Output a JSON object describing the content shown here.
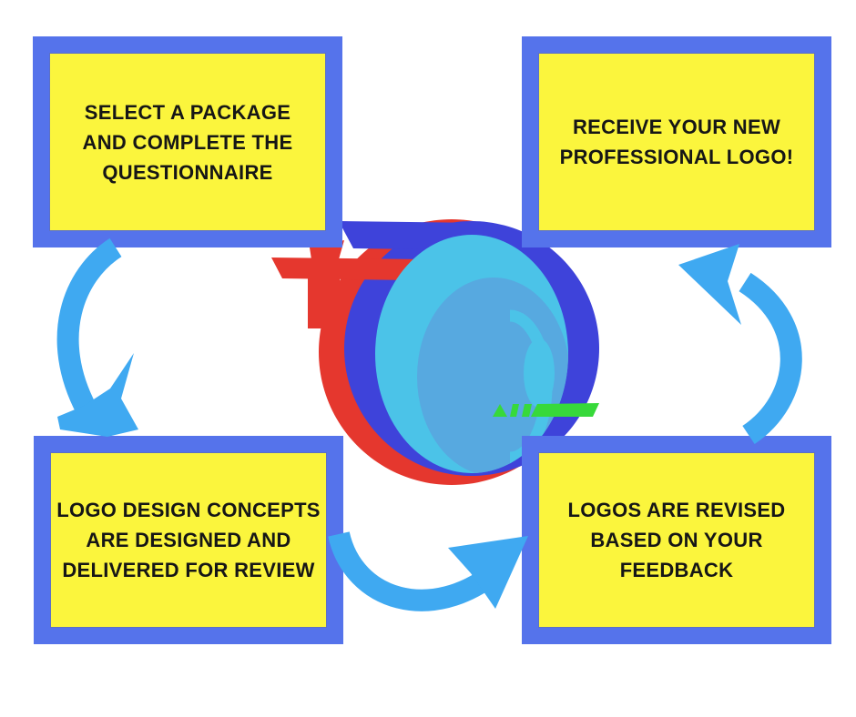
{
  "colors": {
    "page_bg": "#ffffff",
    "box_border": "#5573eb",
    "box_fill": "#fbf53d",
    "box_text": "#161616",
    "arrow_blue": "#3fa9f1",
    "logo_red": "#e5372e",
    "logo_royal_blue": "#3e43da",
    "logo_cyan": "#4bc3e8",
    "logo_inner_blue": "#57a9e0",
    "logo_green": "#37d93a"
  },
  "steps": [
    {
      "position": "top-left",
      "label": "SELECT A PACKAGE\nAND COMPLETE THE\nQUESTIONNAIRE"
    },
    {
      "position": "bottom-left",
      "label": "LOGO DESIGN CONCEPTS\nARE DESIGNED AND\nDELIVERED FOR REVIEW"
    },
    {
      "position": "bottom-right",
      "label": "LOGOS ARE REVISED\nBASED ON YOUR\nFEEDBACK"
    },
    {
      "position": "top-right",
      "label": "RECEIVE YOUR NEW\nPROFESSIONAL LOGO!"
    }
  ],
  "arrows": [
    {
      "from": "top-left",
      "to": "bottom-left"
    },
    {
      "from": "bottom-left",
      "to": "bottom-right"
    },
    {
      "from": "bottom-right",
      "to": "top-right"
    }
  ]
}
